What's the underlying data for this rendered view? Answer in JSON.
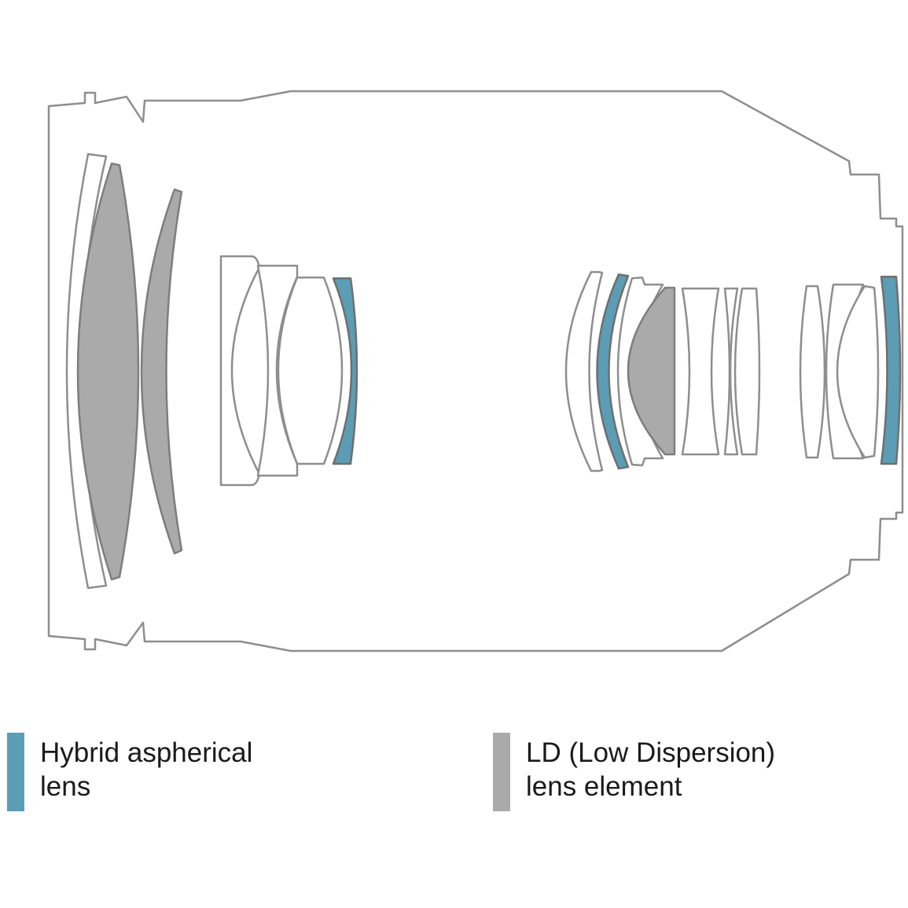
{
  "colors": {
    "hybrid_aspherical": "#5b9db4",
    "low_dispersion": "#aaaaaa",
    "outline": "#8e8e8e"
  },
  "legend": {
    "hybrid": {
      "swatch_color": "#5b9db4",
      "line1": "Hybrid aspherical",
      "line2": "lens"
    },
    "ld": {
      "swatch_color": "#aaaaaa",
      "line1": "LD (Low Dispersion)",
      "line2": "lens element"
    }
  }
}
